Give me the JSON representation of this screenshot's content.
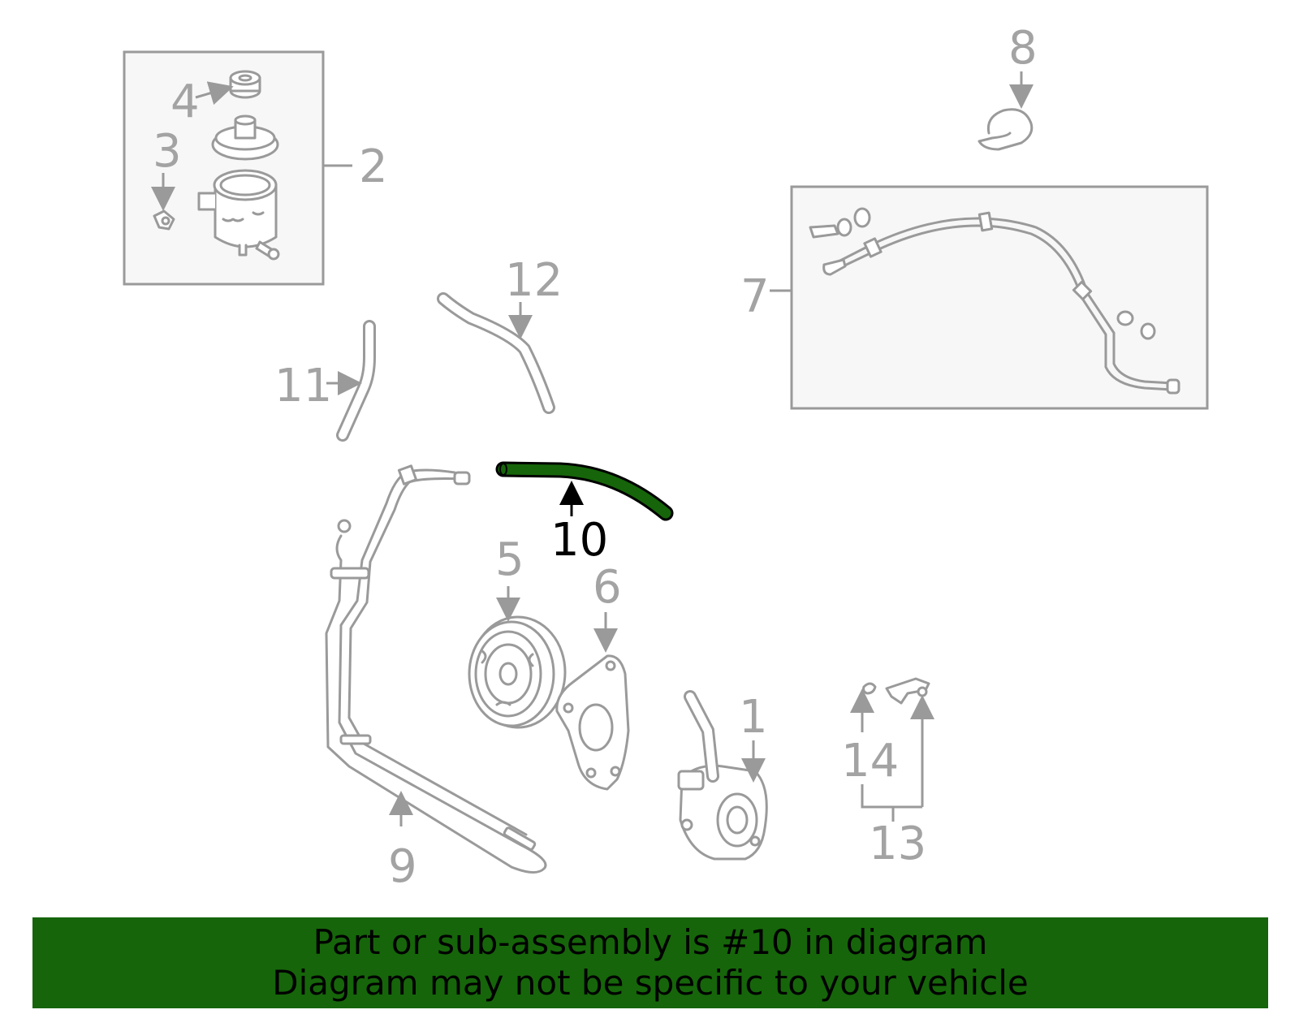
{
  "callouts": {
    "c1": "1",
    "c2": "2",
    "c3": "3",
    "c4": "4",
    "c5": "5",
    "c6": "6",
    "c7": "7",
    "c8": "8",
    "c9": "9",
    "c10": "10",
    "c11": "11",
    "c12": "12",
    "c13": "13",
    "c14": "14"
  },
  "highlight": {
    "part": "10",
    "color": "#16650a"
  },
  "banner": {
    "line1": "Part or sub-assembly is #10 in diagram",
    "line2": "Diagram may not be specific to your vehicle",
    "background": "#16650a"
  },
  "colors": {
    "part_stroke": "#9a9a9a",
    "label": "#a3a3a3",
    "highlight_label": "#000000"
  }
}
